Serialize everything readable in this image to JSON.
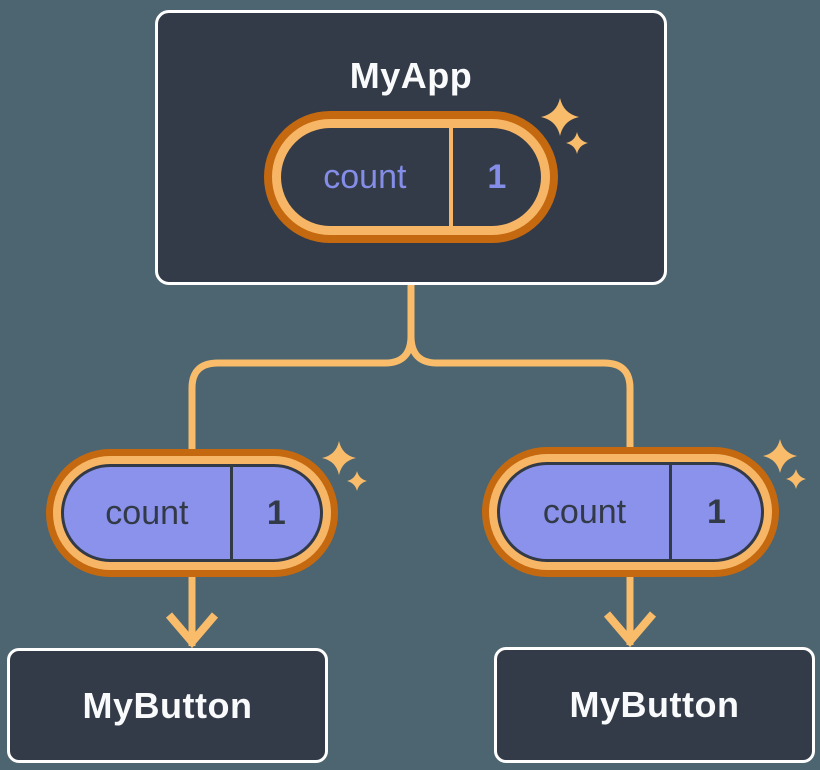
{
  "diagram": {
    "description": "React state tree: parent component holds count state passed to two child components",
    "background_color": "#4C6570",
    "palette": {
      "node_fill": "#343B48",
      "node_border": "#FFFFFF",
      "node_text": "#F9FAFB",
      "pill_ring_outer": "#C4690F",
      "pill_ring_inner": "#F7B666",
      "connector": "#F8BC6A",
      "root_pill_fill": "#343B48",
      "root_pill_text": "#848DE8",
      "child_pill_fill": "#8A92EC",
      "child_pill_text": "#333A47"
    },
    "tree": {
      "root": {
        "title": "MyApp",
        "state": {
          "name": "count",
          "value": "1"
        }
      },
      "children": [
        {
          "title": "MyButton",
          "state": {
            "name": "count",
            "value": "1"
          }
        },
        {
          "title": "MyButton",
          "state": {
            "name": "count",
            "value": "1"
          }
        }
      ]
    }
  }
}
